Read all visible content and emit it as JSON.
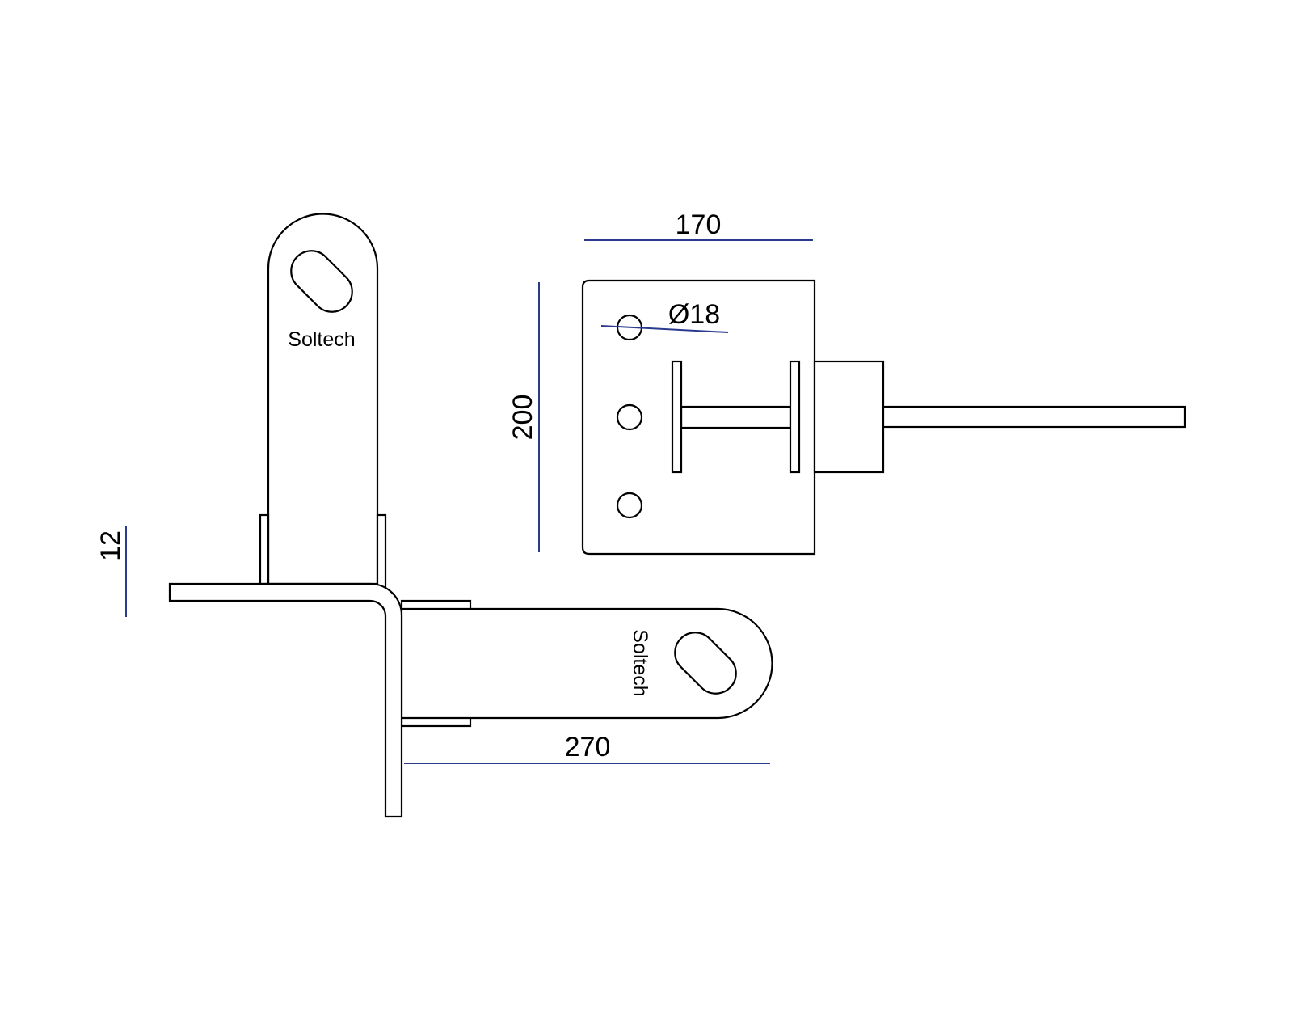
{
  "drawing": {
    "brand_label_top": "Soltech",
    "brand_label_side": "Soltech",
    "dimensions": {
      "width_plate": "170",
      "height_plate": "200",
      "hole_diameter": "Ø18",
      "arm_length": "270",
      "thickness": "12"
    },
    "colors": {
      "outline": "#000000",
      "dimension": "#2a3b8f"
    }
  }
}
